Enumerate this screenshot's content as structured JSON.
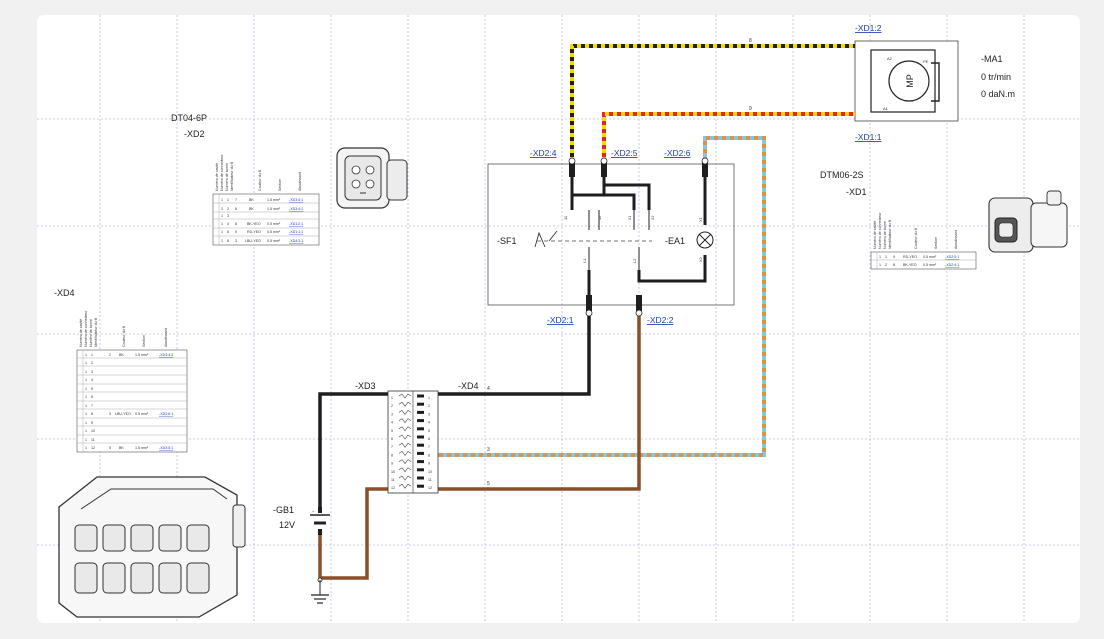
{
  "components": {
    "motor": {
      "name": "-MA1",
      "speed": "0 tr/min",
      "torque": "0 daN.m",
      "pe": "PE",
      "a1": "A1",
      "a2": "A2"
    },
    "dt04": {
      "part": "DT04-6P",
      "name": "-XD2"
    },
    "dtm06": {
      "part": "DTM06-2S",
      "name": "-XD1"
    },
    "xd4_side": "-XD4",
    "sf1": "-SF1",
    "ea1": "-EA1",
    "gb1": {
      "name": "-GB1",
      "voltage": "12V"
    },
    "xd3": "-XD3",
    "xd4_block": "-XD4"
  },
  "refs": {
    "xd1_2": "-XD1:2",
    "xd1_1": "-XD1:1",
    "xd2_4": "-XD2:4",
    "xd2_5": "-XD2:5",
    "xd2_6": "-XD2:6",
    "xd2_1": "-XD2:1",
    "xd2_2": "-XD2:2"
  },
  "wire_numbers": {
    "w8": "8",
    "w9": "9",
    "w4": "4",
    "w3": "3",
    "w5": "5"
  },
  "pins": {
    "sf1": [
      "11",
      "12",
      "21",
      "22",
      "L1",
      "L2"
    ],
    "ea1": [
      "X1",
      "X2"
    ]
  },
  "table_headers": [
    "Numéro de cavité",
    "Numéro de connecteur",
    "Numéro de borne",
    "Identificateur du fil",
    "Couleur du fil",
    "Section",
    "Aboutissant"
  ],
  "xd2_table": [
    [
      "1",
      "1",
      "1",
      "7",
      "BK",
      "1.5 mm²",
      "-XD3:4:1"
    ],
    [
      "1",
      "1",
      "2",
      "5",
      "BK",
      "1.5 mm²",
      "-XD3:4:2"
    ],
    [
      "1",
      "1",
      "3",
      "",
      "",
      "",
      ""
    ],
    [
      "1",
      "1",
      "4",
      "8",
      "BK-YEO",
      "0.5 mm²",
      "-XD1:2:1"
    ],
    [
      "1",
      "1",
      "5",
      "9",
      "RD-YEO",
      "0.5 mm²",
      "-XD1:1:1"
    ],
    [
      "1",
      "1",
      "6",
      "3",
      "LBU-YEO",
      "0.5 mm²",
      "-XD4:3:1"
    ]
  ],
  "xd1_table": [
    [
      "1",
      "1",
      "1",
      "9",
      "RD-YEO",
      "0.5 mm²",
      "-XD2:5:1"
    ],
    [
      "1",
      "1",
      "2",
      "8",
      "BK-YEO",
      "0.5 mm²",
      "-XD2:4:1"
    ]
  ],
  "xd4_table": [
    [
      "1",
      "1",
      "1",
      "2",
      "BK",
      "1.5 mm²",
      "-XD3:4:3"
    ],
    [
      "1",
      "1",
      "2",
      "",
      "",
      "",
      ""
    ],
    [
      "1",
      "1",
      "3",
      "",
      "",
      "",
      ""
    ],
    [
      "1",
      "1",
      "4",
      "",
      "",
      "",
      ""
    ],
    [
      "1",
      "1",
      "5",
      "",
      "",
      "",
      ""
    ],
    [
      "1",
      "1",
      "6",
      "",
      "",
      "",
      ""
    ],
    [
      "1",
      "1",
      "7",
      "",
      "",
      "",
      ""
    ],
    [
      "1",
      "1",
      "8",
      "3",
      "LBU-YEO",
      "0.5 mm²",
      "-XD2:6:1"
    ],
    [
      "1",
      "1",
      "9",
      "",
      "",
      "",
      ""
    ],
    [
      "1",
      "1",
      "10",
      "",
      "",
      "",
      ""
    ],
    [
      "1",
      "1",
      "11",
      "",
      "",
      "",
      ""
    ],
    [
      "1",
      "1",
      "12",
      "5",
      "BK",
      "1.5 mm²",
      "-XD3:5:1"
    ]
  ],
  "terminal_numbers": [
    "1",
    "2",
    "3",
    "4",
    "5",
    "6",
    "7",
    "8",
    "9",
    "10",
    "11",
    "12"
  ],
  "colors": {
    "background": "#f1f1f2",
    "sheet": "#ffffff",
    "grid": "#b9bde6",
    "wire_black": "#1e1e1e",
    "wire_brown": "#8b4f2a",
    "wire_yellow": "#f5d800",
    "wire_red": "#e3271d",
    "wire_lightblue": "#7fc8ea",
    "wire_orange": "#e6913a",
    "link": "#1a3fb4"
  }
}
